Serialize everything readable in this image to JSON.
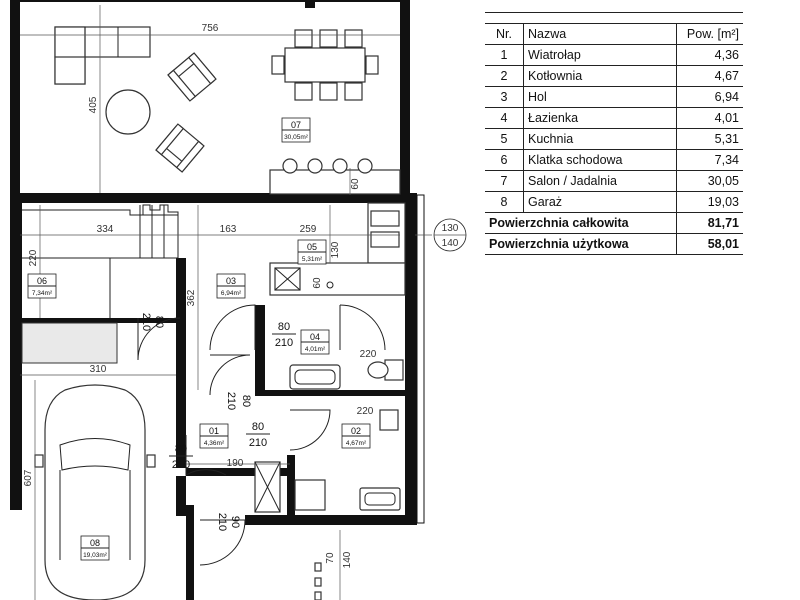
{
  "plan": {
    "rooms": [
      {
        "number": "07",
        "area": "30,05m²"
      },
      {
        "number": "05",
        "area": "5,31m²"
      },
      {
        "number": "06",
        "area": "7,34m²"
      },
      {
        "number": "03",
        "area": "6,94m²"
      },
      {
        "number": "04",
        "area": "4,01m²"
      },
      {
        "number": "01",
        "area": "4,36m²"
      },
      {
        "number": "02",
        "area": "4,67m²"
      },
      {
        "number": "08",
        "area": "19,03m²"
      }
    ],
    "dimensions": [
      "756",
      "405",
      "60",
      "334",
      "163",
      "259",
      "220",
      "130",
      "362",
      "310",
      "220",
      "220",
      "190",
      "607",
      "70",
      "60"
    ],
    "doors": [
      {
        "w": "80",
        "h": "210"
      },
      {
        "w": "80",
        "h": "210"
      },
      {
        "w": "80",
        "h": "210"
      },
      {
        "w": "80",
        "h": "210"
      },
      {
        "w": "80",
        "h": "210"
      },
      {
        "w": "90",
        "h": "210"
      }
    ],
    "levels": {
      "a": "130",
      "b": "140",
      "c": "140"
    }
  },
  "table": {
    "header": {
      "nr": "Nr.",
      "name": "Nazwa",
      "value": "Pow. [m²]"
    },
    "rows": [
      {
        "nr": "1",
        "name": "Wiatrołap",
        "value": "4,36"
      },
      {
        "nr": "2",
        "name": "Kotłownia",
        "value": "4,67"
      },
      {
        "nr": "3",
        "name": "Hol",
        "value": "6,94"
      },
      {
        "nr": "4",
        "name": "Łazienka",
        "value": "4,01"
      },
      {
        "nr": "5",
        "name": "Kuchnia",
        "value": "5,31"
      },
      {
        "nr": "6",
        "name": "Klatka schodowa",
        "value": "7,34"
      },
      {
        "nr": "7",
        "name": "Salon / Jadalnia",
        "value": "30,05"
      },
      {
        "nr": "8",
        "name": "Garaż",
        "value": "19,03"
      }
    ],
    "totals": [
      {
        "name": "Powierzchnia całkowita",
        "value": "81,71"
      },
      {
        "name": "Powierzchnia użytkowa",
        "value": "58,01"
      }
    ]
  }
}
